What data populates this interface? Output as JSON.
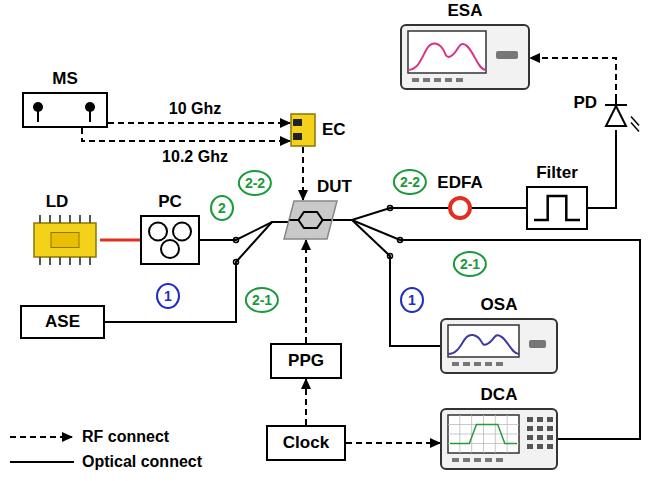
{
  "diagram": {
    "nodes": [
      {
        "text": [
          "MS"
        ]
      },
      {
        "text": [
          "EC"
        ]
      },
      {
        "text": [
          "LD"
        ]
      },
      {
        "text": [
          "PC"
        ]
      },
      {
        "text": [
          "ASE"
        ]
      },
      {
        "text": [
          "DUT"
        ]
      },
      {
        "text": [
          "PPG"
        ]
      },
      {
        "text": [
          "Clock"
        ]
      },
      {
        "text": [
          "OSA"
        ]
      },
      {
        "text": [
          "DCA"
        ]
      },
      {
        "text": [
          "EDFA"
        ]
      },
      {
        "text": [
          "Filter"
        ]
      },
      {
        "text": [
          "PD"
        ]
      },
      {
        "text": [
          "ESA"
        ]
      }
    ],
    "edges": [
      {
        "from": 0,
        "to": 1,
        "label": "10 Ghz",
        "arrow": "to"
      },
      {
        "from": 0,
        "to": 1,
        "label": "10.2 Ghz",
        "arrow": "to"
      },
      {
        "from": 1,
        "to": 5,
        "arrow": "to"
      },
      {
        "from": 2,
        "to": 3,
        "arrow": "none"
      },
      {
        "from": 3,
        "to": 5,
        "arrow": "none"
      },
      {
        "from": 4,
        "to": 5,
        "arrow": "none"
      },
      {
        "from": 5,
        "to": 10,
        "arrow": "none"
      },
      {
        "from": 5,
        "to": 9,
        "arrow": "none"
      },
      {
        "from": 5,
        "to": 8,
        "arrow": "none"
      },
      {
        "from": 10,
        "to": 11,
        "arrow": "none"
      },
      {
        "from": 11,
        "to": 12,
        "arrow": "none"
      },
      {
        "from": 12,
        "to": 13,
        "arrow": "to"
      },
      {
        "from": 6,
        "to": 5,
        "arrow": "to"
      },
      {
        "from": 7,
        "to": 6,
        "arrow": "to"
      },
      {
        "from": 7,
        "to": 9,
        "arrow": "to"
      }
    ],
    "labels": [
      "2",
      "1",
      "2-2",
      "2-1",
      "2-2",
      "2-1",
      "1"
    ],
    "legend": [
      {
        "text": "RF connect"
      },
      {
        "text": "Optical connect"
      }
    ]
  }
}
